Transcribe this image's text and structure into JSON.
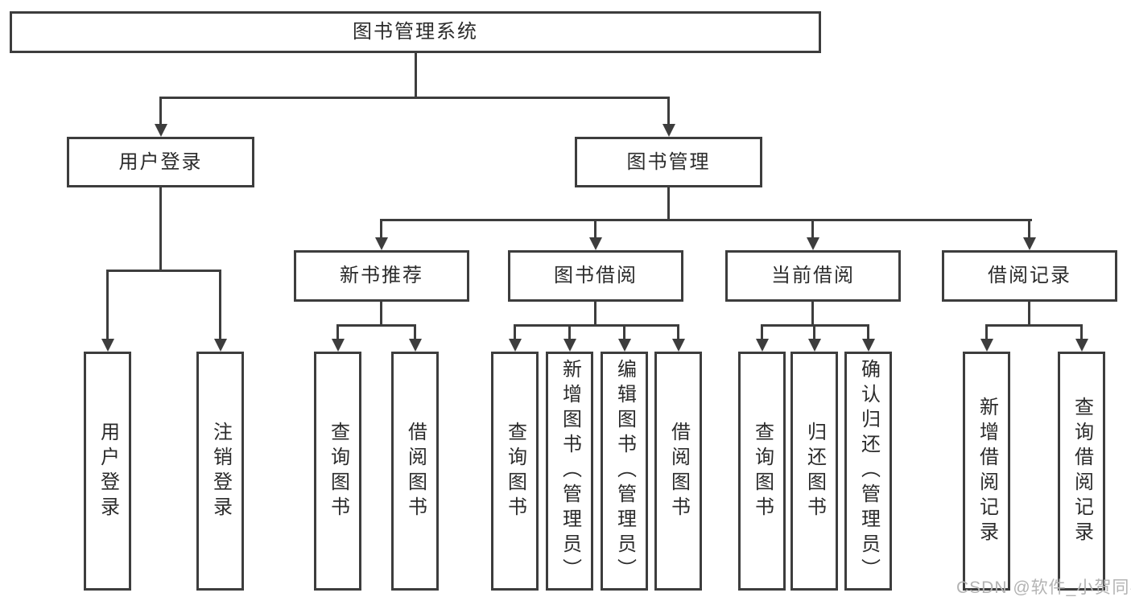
{
  "diagram": {
    "root": {
      "label": "图书管理系统"
    },
    "level2": [
      {
        "label": "用户登录"
      },
      {
        "label": "图书管理"
      }
    ],
    "level3": [
      {
        "label": "新书推荐"
      },
      {
        "label": "图书借阅"
      },
      {
        "label": "当前借阅"
      },
      {
        "label": "借阅记录"
      }
    ],
    "leaves": {
      "user_login": [
        "用户登录",
        "注销登录"
      ],
      "new_book": [
        "查询图书",
        "借阅图书"
      ],
      "book_borrow": [
        "查询图书",
        "新增图书（管理员）",
        "编辑图书（管理员）",
        "借阅图书"
      ],
      "current_borrow": [
        "查询图书",
        "归还图书",
        "确认归还（管理员）"
      ],
      "borrow_record": [
        "新增借阅记录",
        "查询借阅记录"
      ]
    }
  },
  "watermark": {
    "text": "CSDN @软件_小贺同学"
  },
  "colors": {
    "line": "#3d3d3d",
    "border": "#3d3d3d",
    "text": "#2b2b2b",
    "watermark": "#b3b3b3",
    "background": "#ffffff"
  }
}
